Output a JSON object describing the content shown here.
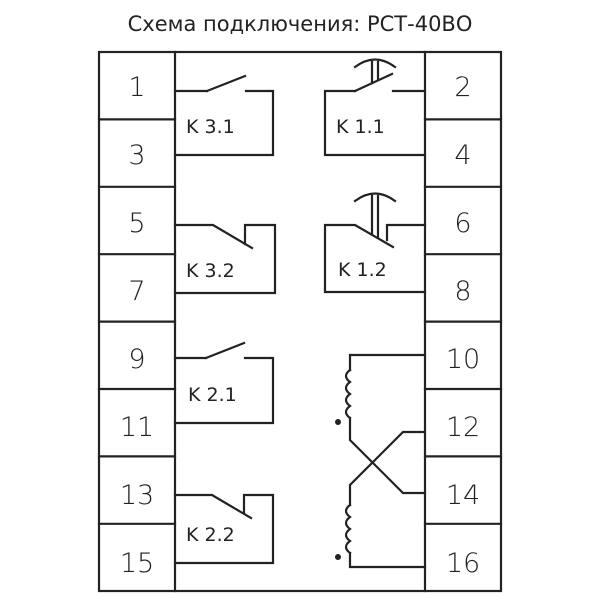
{
  "title": "Схема подключения: РСТ-40ВО",
  "left_terminals": [
    "1",
    "3",
    "5",
    "7",
    "9",
    "11",
    "13",
    "15"
  ],
  "right_terminals": [
    "2",
    "4",
    "6",
    "8",
    "10",
    "12",
    "14",
    "16"
  ],
  "contacts": {
    "k31": "K 3.1",
    "k32": "K 3.2",
    "k21": "K 2.1",
    "k22": "K 2.2",
    "k11": "K 1.1",
    "k12": "K 1.2"
  }
}
